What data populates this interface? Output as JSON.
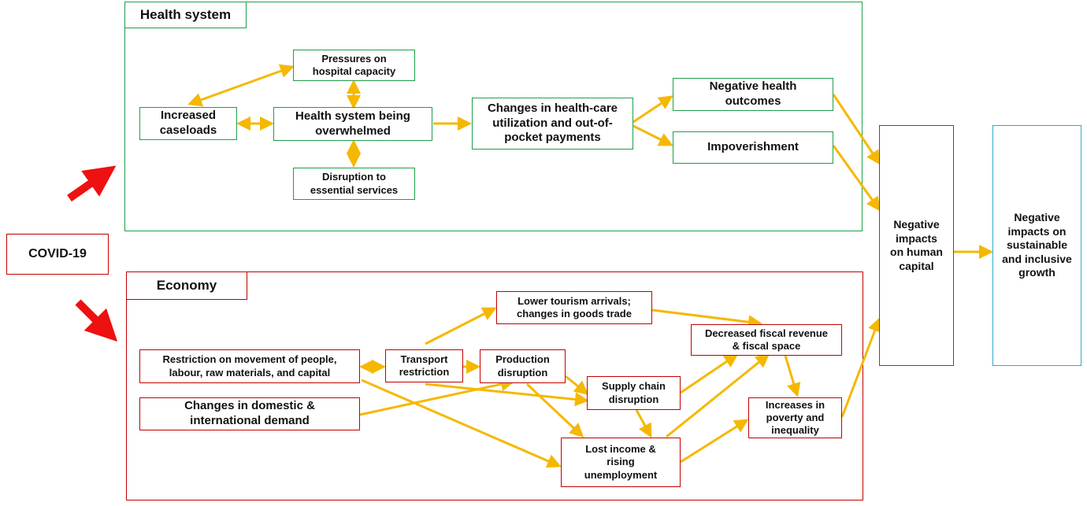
{
  "sections": {
    "health_title": "Health system",
    "economy_title": "Economy"
  },
  "start": "COVID-19",
  "health": {
    "pressures": "Pressures on hospital capacity",
    "caseloads": "Increased caseloads",
    "overwhelmed": "Health system being overwhelmed",
    "disruption": "Disruption to essential services",
    "utilization": "Changes in health-care utilization and out-of-pocket payments",
    "outcomes": "Negative health outcomes",
    "impoverishment": "Impoverishment"
  },
  "economy": {
    "restriction": "Restriction on movement of people, labour, raw materials, and capital",
    "demand": "Changes in domestic & international demand",
    "transport": "Transport restriction",
    "production": "Production disruption",
    "tourism": "Lower tourism arrivals; changes in goods trade",
    "supply": "Supply chain disruption",
    "fiscal": "Decreased fiscal revenue & fiscal space",
    "income": "Lost income & rising unemployment",
    "poverty": "Increases in poverty and inequality"
  },
  "outcomes": {
    "human_capital": "Negative impacts on human capital",
    "growth": "Negative impacts on sustainable and inclusive growth"
  },
  "colors": {
    "arrow": "#f5b800",
    "health": "#1f9e4a",
    "economy": "#c00000",
    "human_capital": "#7030a0",
    "growth": "#2aa8d8",
    "covid_arrow": "#ee1111"
  }
}
